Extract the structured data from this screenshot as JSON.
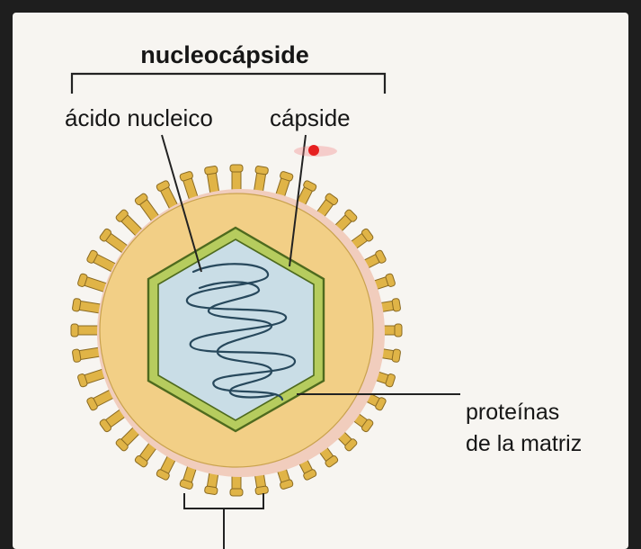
{
  "labels": {
    "nucleocapside": "nucleocápside",
    "acido_nucleico": "ácido nucleico",
    "capside": "cápside",
    "proteinas_line1": "proteínas",
    "proteinas_line2": "de la matriz"
  },
  "colors": {
    "envelope": "#f2cf86",
    "envelope_outline": "#c9a24e",
    "spike": "#e0b447",
    "spike_outline": "#8a6a22",
    "membrane_pink": "#f1cdbd",
    "capsid_green": "#b6cc5e",
    "capsid_outline": "#4e6a1e",
    "core_blue": "#c9dde6",
    "rna_line": "#27485c",
    "pointer_red": "#e62020"
  },
  "icons": {
    "pointer": "red-laser-pointer-dot"
  }
}
